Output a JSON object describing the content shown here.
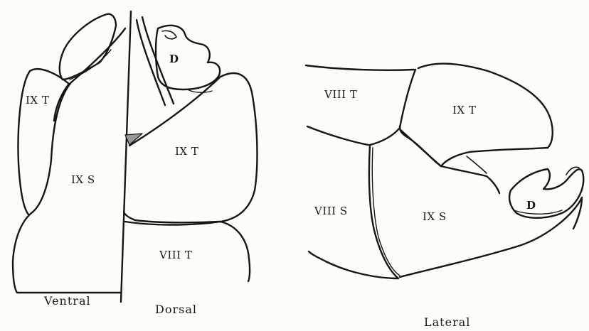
{
  "left_figure": {
    "labels": {
      "ix_t_ventral": "IX T",
      "d": "D",
      "ix_s": "IX S",
      "ix_t_dorsal": "IX T",
      "viii_t": "VIII T"
    },
    "captions": {
      "ventral": "Ventral",
      "dorsal": "Dorsal"
    }
  },
  "right_figure": {
    "labels": {
      "viii_t": "VIII T",
      "ix_t": "IX T",
      "viii_s": "VIII S",
      "ix_s": "IX S",
      "d": "D"
    },
    "caption": "Lateral"
  }
}
